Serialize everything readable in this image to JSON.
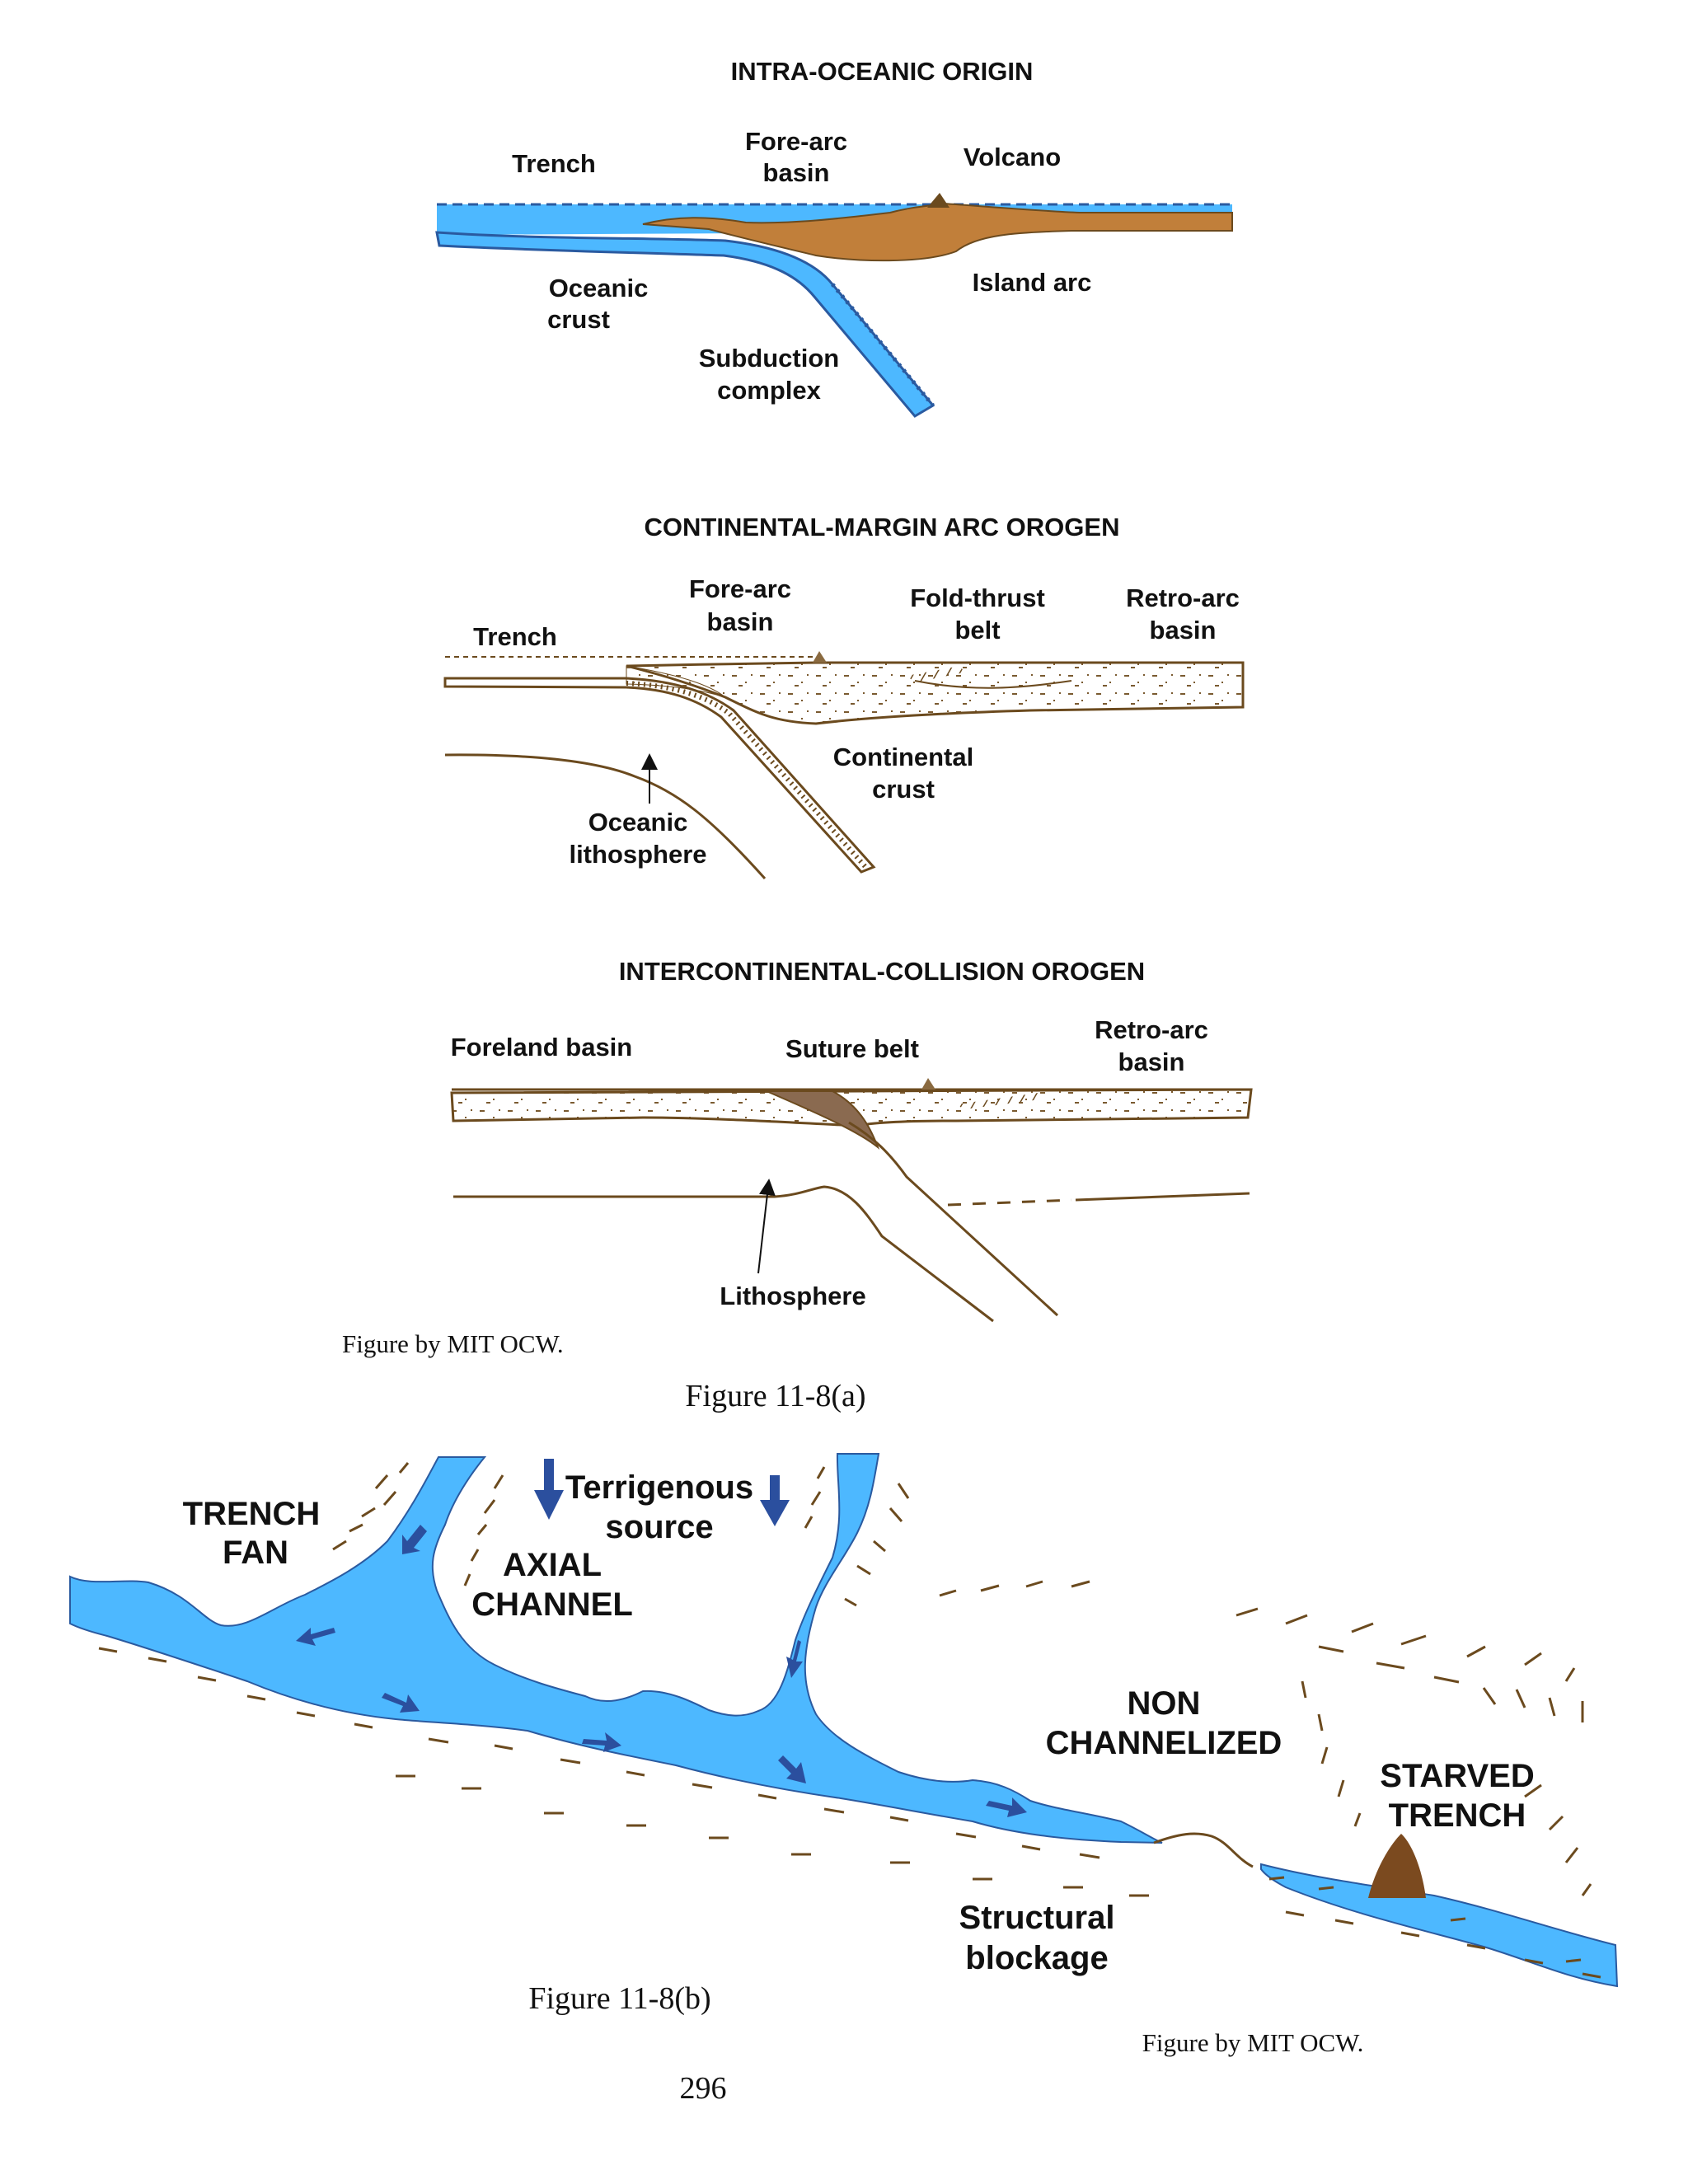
{
  "colors": {
    "water": "#4db8ff",
    "water_stroke": "#2a5aa0",
    "arc_fill": "#c17f3a",
    "line_brown": "#6b4a1e",
    "arrow_blue": "#2b4f9e",
    "sediment_dots": "#7a5a30",
    "suture_fill": "#8a6a50",
    "hill_fill": "#7b4a1f",
    "text": "#111111"
  },
  "panel_a1": {
    "title": "INTRA-OCEANIC ORIGIN",
    "trench": "Trench",
    "forearc_1": "Fore-arc",
    "forearc_2": "basin",
    "volcano": "Volcano",
    "oceanic_1": "Oceanic",
    "oceanic_2": "crust",
    "island_arc": "Island arc",
    "subduction_1": "Subduction",
    "subduction_2": "complex"
  },
  "panel_a2": {
    "title": "CONTINENTAL-MARGIN ARC OROGEN",
    "trench": "Trench",
    "forearc_1": "Fore-arc",
    "forearc_2": "basin",
    "foldthrust_1": "Fold-thrust",
    "foldthrust_2": "belt",
    "retroarc_1": "Retro-arc",
    "retroarc_2": "basin",
    "continental_1": "Continental",
    "continental_2": "crust",
    "oceanic_1": "Oceanic",
    "oceanic_2": "lithosphere"
  },
  "panel_a3": {
    "title": "INTERCONTINENTAL-COLLISION OROGEN",
    "foreland": "Foreland basin",
    "suture": "Suture belt",
    "retroarc_1": "Retro-arc",
    "retroarc_2": "basin",
    "lithosphere": "Lithosphere"
  },
  "credit_a": "Figure by MIT OCW.",
  "caption_a": "Figure 11-8(a)",
  "panel_b": {
    "trench_fan_1": "TRENCH",
    "trench_fan_2": "FAN",
    "terrigenous_1": "Terrigenous",
    "terrigenous_2": "source",
    "axial_1": "AXIAL",
    "axial_2": "CHANNEL",
    "non_1": "NON",
    "non_2": "CHANNELIZED",
    "starved_1": "STARVED",
    "starved_2": "TRENCH",
    "structural_1": "Structural",
    "structural_2": "blockage"
  },
  "caption_b": "Figure 11-8(b)",
  "credit_b": "Figure by MIT OCW.",
  "page_number": "296"
}
